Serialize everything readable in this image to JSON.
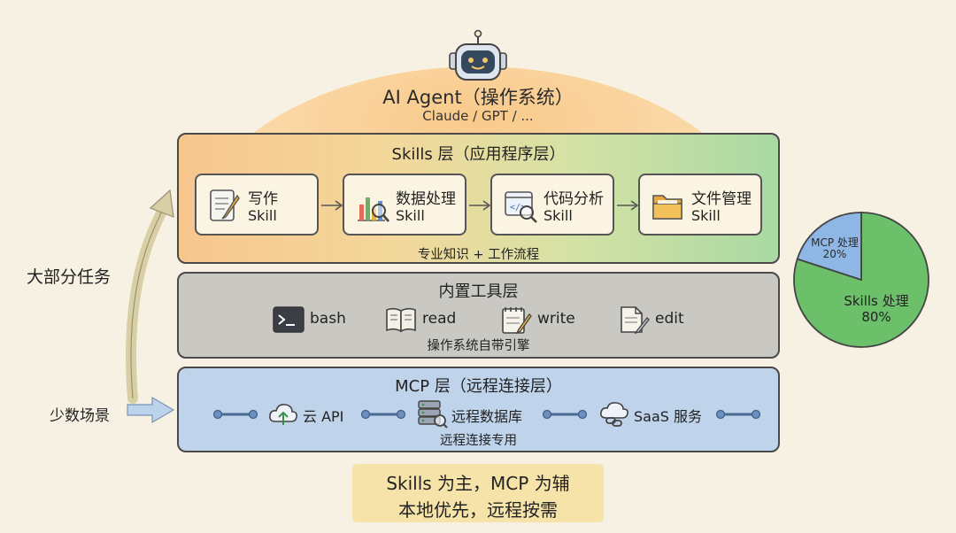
{
  "agent": {
    "title": "AI Agent（操作系统）",
    "subtitle": "Claude / GPT / ..."
  },
  "skills_layer": {
    "title": "Skills 层（应用程序层）",
    "note": "专业知识 + 工作流程",
    "cards": [
      {
        "name": "写作",
        "sub": "Skill",
        "icon": "writing-icon"
      },
      {
        "name": "数据处理",
        "sub": "Skill",
        "icon": "data-chart-icon"
      },
      {
        "name": "代码分析",
        "sub": "Skill",
        "icon": "code-window-icon"
      },
      {
        "name": "文件管理",
        "sub": "Skill",
        "icon": "folder-icon"
      }
    ]
  },
  "tools_layer": {
    "title": "内置工具层",
    "note": "操作系统自带引擎",
    "tools": [
      {
        "label": "bash",
        "icon": "terminal-icon"
      },
      {
        "label": "read",
        "icon": "book-icon"
      },
      {
        "label": "write",
        "icon": "notepad-pencil-icon"
      },
      {
        "label": "edit",
        "icon": "document-edit-icon"
      }
    ]
  },
  "mcp_layer": {
    "title": "MCP 层（远程连接层）",
    "note": "远程连接专用",
    "items": [
      {
        "label": "云 API",
        "icon": "cloud-upload-icon"
      },
      {
        "label": "远程数据库",
        "icon": "database-icon"
      },
      {
        "label": "SaaS 服务",
        "icon": "cloud-link-icon"
      }
    ]
  },
  "side": {
    "major": "大部分任务",
    "minor": "少数场景"
  },
  "pie": {
    "mcp_label": "MCP 处理",
    "mcp_percent": "20%",
    "skills_label": "Skills 处理",
    "skills_percent": "80%",
    "mcp_share": 0.2,
    "skills_share": 0.8
  },
  "bottom": {
    "line1": "Skills 为主，MCP 为辅",
    "line2": "本地优先，远程按需"
  },
  "colors": {
    "background": "#f7f1e4",
    "skills_orange": "#f6c68d",
    "skills_green": "#a9d9a3",
    "tools_gray": "#c9c8c3",
    "mcp_blue": "#bfd3ea",
    "pie_green": "#6cc06a",
    "pie_blue": "#8fb7e6",
    "note_yellow": "#f6e3a9"
  }
}
